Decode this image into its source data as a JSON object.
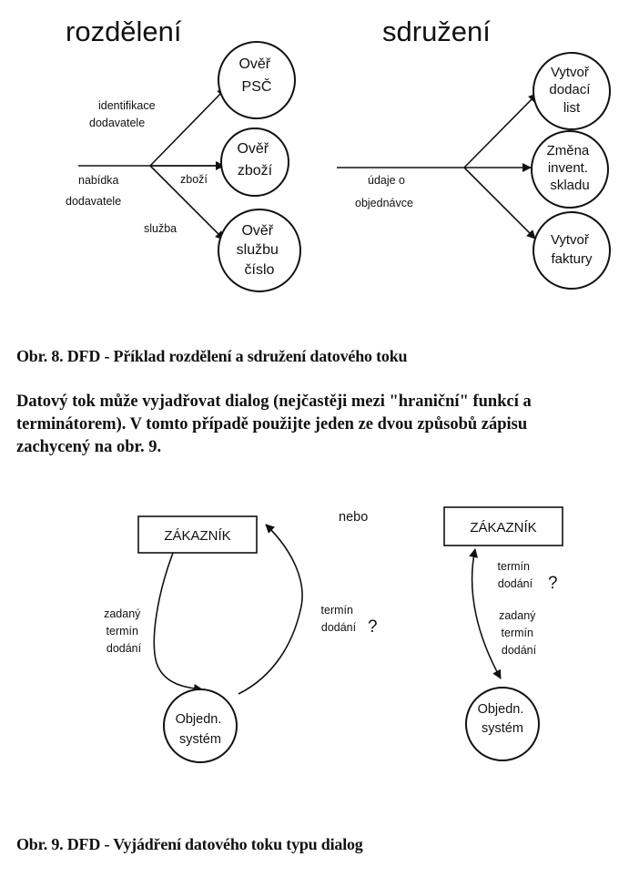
{
  "top_left": {
    "title": "rozdělení",
    "input_label": [
      "nabídka",
      "dodavatele"
    ],
    "branch_labels": {
      "upper": [
        "identifikace",
        "dodavatele"
      ],
      "middle": "zboží",
      "lower": "služba"
    },
    "nodes": [
      [
        "Ověř",
        "PSČ"
      ],
      [
        "Ověř",
        "zboží"
      ],
      [
        "Ověř",
        "službu",
        "číslo"
      ]
    ]
  },
  "top_right": {
    "title": "sdružení",
    "input_label": [
      "údaje o",
      "objednávce"
    ],
    "nodes": [
      [
        "Vytvoř",
        "dodací",
        "list"
      ],
      [
        "Změna",
        "invent.",
        "skladu"
      ],
      [
        "Vytvoř",
        "faktury"
      ]
    ]
  },
  "caption1": "Obr. 8. DFD - Příklad rozdělení a sdružení datového toku",
  "paragraph": "Datový tok může vyjadřovat dialog (nejčastěji mezi \"hraniční\" funkcí a\nterminátorem). V tomto případě použijte jeden ze dvou způsobů zápisu\nzachycený na obr. 9.",
  "bottom_left": {
    "terminator": "ZÁKAZNÍK",
    "process": [
      "Objedn.",
      "systém"
    ],
    "flow_in": [
      "zadaný",
      "termín",
      "dodání"
    ],
    "flow_out": [
      "termín",
      "dodání"
    ],
    "question_mark": "?"
  },
  "separator": "nebo",
  "bottom_right": {
    "terminator": "ZÁKAZNÍK",
    "process": [
      "Objedn.",
      "systém"
    ],
    "flow_reply": [
      "termín",
      "dodání"
    ],
    "question_mark": "?",
    "flow_request": [
      "zadaný",
      "termín",
      "dodání"
    ]
  },
  "caption2": "Obr. 9. DFD - Vyjádření datového toku typu dialog"
}
